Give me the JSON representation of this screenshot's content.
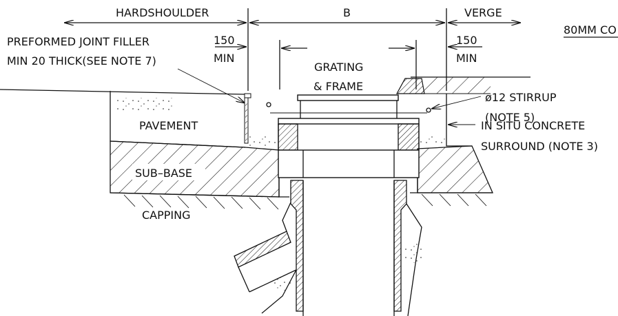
{
  "labels": {
    "hardshoulder": "HARDSHOULDER",
    "b": "B",
    "verge": "VERGE",
    "cover": "80MM CO",
    "joint_filler_line1": "PREFORMED JOINT FILLER",
    "joint_filler_line2": "MIN 20 THICK(SEE NOTE 7)",
    "dim_left_value": "150",
    "dim_left_unit": "MIN",
    "dim_right_value": "150",
    "dim_right_unit": "MIN",
    "grating_line1": "GRATING",
    "grating_line2": "& FRAME",
    "stirrup_line1": "ø12 STIRRUP",
    "stirrup_line2": "(NOTE 5)",
    "pavement": "PAVEMENT",
    "concrete_line1": "IN SITU CONCRETE",
    "concrete_line2": "SURROUND (NOTE 3)",
    "sub_base": "SUB–BASE",
    "capping": "CAPPING"
  },
  "colors": {
    "line": "#111111",
    "background": "#ffffff"
  }
}
